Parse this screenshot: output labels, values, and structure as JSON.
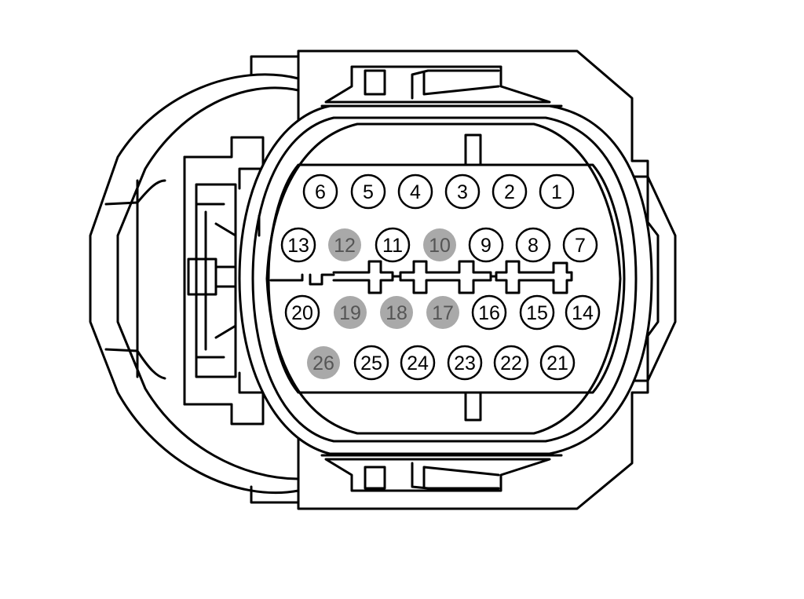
{
  "connector": {
    "pins": [
      {
        "label": "1",
        "filled": false
      },
      {
        "label": "2",
        "filled": false
      },
      {
        "label": "3",
        "filled": false
      },
      {
        "label": "4",
        "filled": false
      },
      {
        "label": "5",
        "filled": false
      },
      {
        "label": "6",
        "filled": false
      },
      {
        "label": "7",
        "filled": false
      },
      {
        "label": "8",
        "filled": false
      },
      {
        "label": "9",
        "filled": false
      },
      {
        "label": "10",
        "filled": true
      },
      {
        "label": "11",
        "filled": false
      },
      {
        "label": "12",
        "filled": true
      },
      {
        "label": "13",
        "filled": false
      },
      {
        "label": "14",
        "filled": false
      },
      {
        "label": "15",
        "filled": false
      },
      {
        "label": "16",
        "filled": false
      },
      {
        "label": "17",
        "filled": true
      },
      {
        "label": "18",
        "filled": true
      },
      {
        "label": "19",
        "filled": true
      },
      {
        "label": "20",
        "filled": false
      },
      {
        "label": "21",
        "filled": false
      },
      {
        "label": "22",
        "filled": false
      },
      {
        "label": "23",
        "filled": false
      },
      {
        "label": "24",
        "filled": false
      },
      {
        "label": "25",
        "filled": false
      },
      {
        "label": "26",
        "filled": true
      }
    ],
    "colors": {
      "filled_pin": "#a9a9a9",
      "filled_text": "#555555",
      "open_pin": "#ffffff",
      "outline": "#000000"
    }
  }
}
